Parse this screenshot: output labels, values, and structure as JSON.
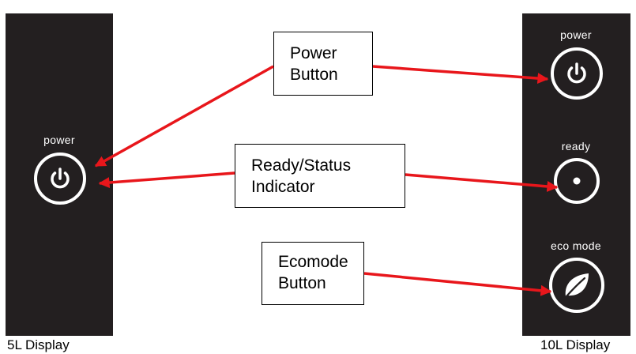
{
  "panel_5l": {
    "power_label": "power",
    "caption": "5L Display"
  },
  "panel_10l": {
    "power_label": "power",
    "ready_label": "ready",
    "eco_label": "eco mode",
    "caption": "10L Display"
  },
  "callouts": {
    "power": [
      "Power",
      "Button"
    ],
    "ready": [
      "Ready/Status",
      "Indicator"
    ],
    "eco": [
      "Ecomode",
      "Button"
    ]
  },
  "colors": {
    "panel": "#231f20",
    "arrow": "#e8161b",
    "ring": "#ffffff"
  },
  "icons": {
    "power": "power-icon",
    "ready": "dot-icon",
    "eco": "leaf-icon",
    "arrow": "arrow-icon"
  }
}
